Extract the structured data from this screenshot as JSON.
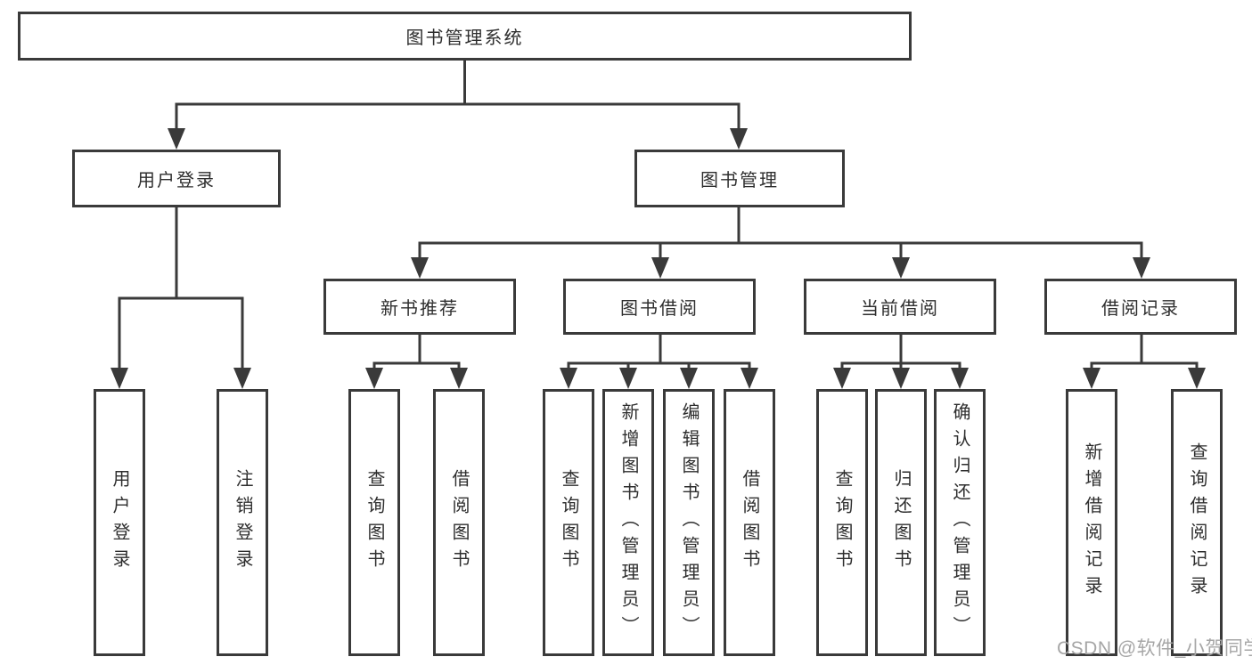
{
  "diagram": {
    "root": {
      "label": "图书管理系统",
      "children": [
        {
          "label": "用户登录",
          "children": [
            {
              "label": "用户登录"
            },
            {
              "label": "注销登录"
            }
          ]
        },
        {
          "label": "图书管理",
          "children": [
            {
              "label": "新书推荐",
              "children": [
                {
                  "label": "查询图书"
                },
                {
                  "label": "借阅图书"
                }
              ]
            },
            {
              "label": "图书借阅",
              "children": [
                {
                  "label": "查询图书"
                },
                {
                  "label": "新增图书（管理员）"
                },
                {
                  "label": "编辑图书（管理员）"
                },
                {
                  "label": "借阅图书"
                }
              ]
            },
            {
              "label": "当前借阅",
              "children": [
                {
                  "label": "查询图书"
                },
                {
                  "label": "归还图书"
                },
                {
                  "label": "确认归还（管理员）"
                }
              ]
            },
            {
              "label": "借阅记录",
              "children": [
                {
                  "label": "新增借阅记录"
                },
                {
                  "label": "查询借阅记录"
                }
              ]
            }
          ]
        }
      ]
    },
    "watermark": "CSDN @软件_小贺同学",
    "colors": {
      "line": "#3a3a3a",
      "text": "#2e2e2e",
      "watermark": "#a6a6a6",
      "background": "#ffffff"
    }
  }
}
